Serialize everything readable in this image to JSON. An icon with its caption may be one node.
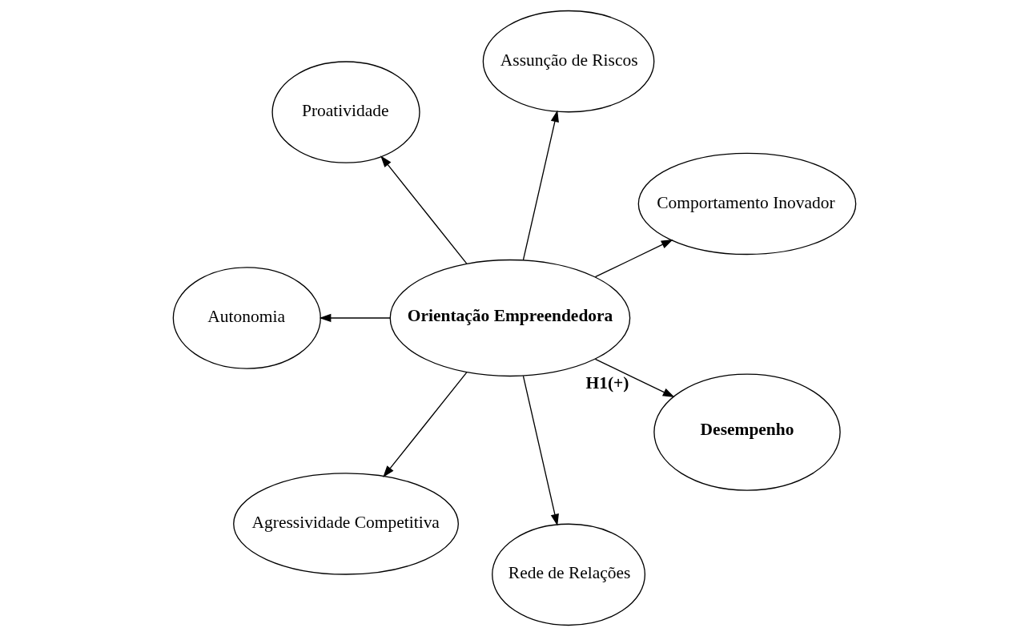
{
  "diagram": {
    "nodes": [
      {
        "text": [
          "Orientação Empreendedora"
        ]
      },
      {
        "text": [
          "Comportamento Inovador"
        ]
      },
      {
        "text": [
          "Assunção de Riscos"
        ]
      },
      {
        "text": [
          "Proatividade"
        ]
      },
      {
        "text": [
          "Autonomia"
        ]
      },
      {
        "text": [
          "Agressividade Competitiva"
        ]
      },
      {
        "text": [
          "Rede de Relações"
        ]
      },
      {
        "text": [
          "Desempenho"
        ]
      }
    ],
    "edges": [
      {
        "from": 0,
        "to": 1,
        "arrow": "to"
      },
      {
        "from": 0,
        "to": 2,
        "arrow": "to"
      },
      {
        "from": 0,
        "to": 3,
        "arrow": "to"
      },
      {
        "from": 0,
        "to": 4,
        "arrow": "to"
      },
      {
        "from": 0,
        "to": 5,
        "arrow": "to"
      },
      {
        "from": 0,
        "to": 6,
        "arrow": "to"
      },
      {
        "from": 0,
        "to": 7,
        "arrow": "to",
        "label": "H1(+)"
      }
    ]
  }
}
